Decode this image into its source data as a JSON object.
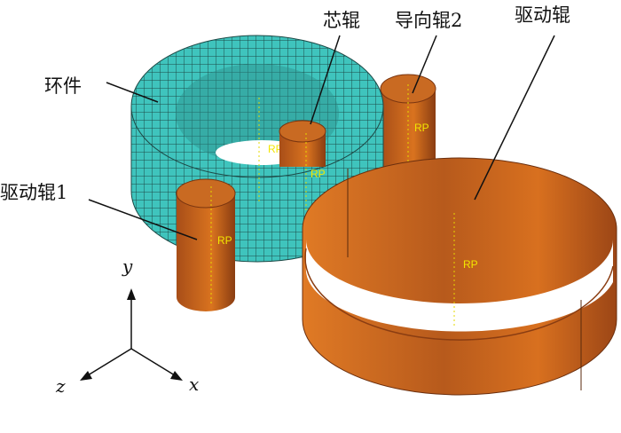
{
  "labels": {
    "ring": "环件",
    "core_roll": "芯辊",
    "guide_roll_2": "导向辊2",
    "drive_roll": "驱动辊",
    "drive_roll_1": "驱动辊1"
  },
  "reference_point": "RP",
  "axes": {
    "x": "x",
    "y": "y",
    "z": "z"
  },
  "colors": {
    "ring": "#3bbfb8",
    "roll": "#c8621c",
    "mesh": "#1d4a47",
    "rp": "#f2e600"
  }
}
